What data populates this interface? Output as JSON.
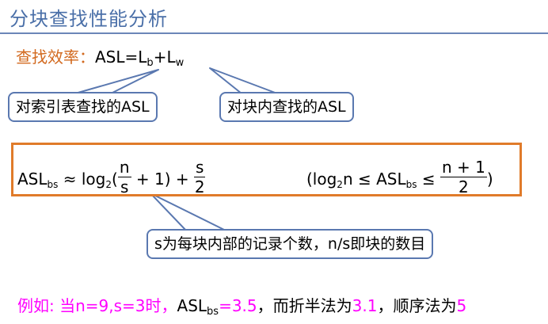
{
  "title": "分块查找性能分析",
  "efficiency": {
    "label": "查找效率：",
    "formula_main": "ASL=L",
    "sub_b": "b",
    "plus": "+L",
    "sub_w": "w"
  },
  "callouts": {
    "index": "对索引表查找的ASL",
    "block": "对块内查找的ASL",
    "s_meaning": "s为每块内部的记录个数，n/s即块的数目"
  },
  "formula": {
    "asl": "ASL",
    "sub_bs": "bs",
    "approx": " ≈ log",
    "sub_2": "2",
    "open": "(",
    "frac1_num": "n",
    "frac1_den": "s",
    "middle": " + 1) + ",
    "frac2_num": "s",
    "frac2_den": "2",
    "range_open": "(log",
    "range_sub2": "2",
    "range_n": "n ≤ ASL",
    "range_sub_bs": "bs",
    "range_le": " ≤ ",
    "frac3_num": "n + 1",
    "frac3_den": "2",
    "range_close": ")"
  },
  "example": {
    "prefix": "例如: 当n=9,s=3时，",
    "asl": "ASL",
    "sub_bs": "bs",
    "eq1": "=3.5",
    "mid1": "，而折半法为",
    "v2": "3.1",
    "mid2": "，顺序法为",
    "v3": "5"
  },
  "colors": {
    "title": "#4a6fa8",
    "accent_orange": "#e07b2a",
    "callout_border": "#5a78b0",
    "example": "#ff00ff"
  }
}
